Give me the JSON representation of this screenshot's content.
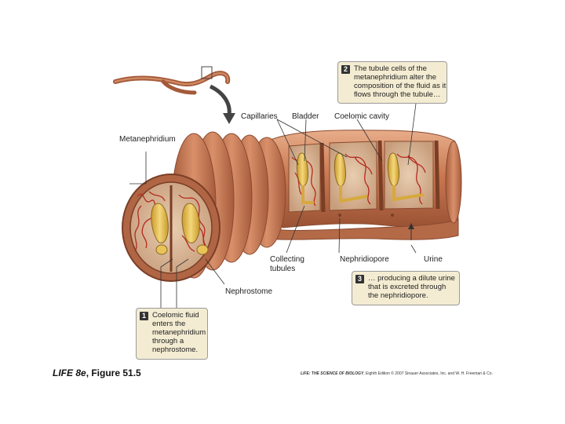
{
  "labels": {
    "capillaries": "Capillaries",
    "bladder": "Bladder",
    "coelomic_cavity": "Coelomic cavity",
    "metanephridium": "Metanephridium",
    "collecting_tubules_line1": "Collecting",
    "collecting_tubules_line2": "tubules",
    "nephridiopore": "Nephridiopore",
    "urine": "Urine",
    "nephrostome": "Nephrostome"
  },
  "callouts": {
    "step1": {
      "number": "1",
      "lines": [
        "Coelomic fluid",
        "enters the",
        "metanephridium",
        "through a",
        "nephrostome."
      ]
    },
    "step2": {
      "number": "2",
      "lines": [
        "The tubule cells of the",
        "metanephridium alter the",
        "composition of the fluid as it",
        "flows through the tubule…"
      ]
    },
    "step3": {
      "number": "3",
      "lines": [
        "… producing a dilute urine",
        "that is excreted through",
        "the nephridiopore."
      ]
    }
  },
  "caption": {
    "prefix": "LIFE 8e",
    "suffix": ", Figure 51.5"
  },
  "credit": {
    "title": "LIFE: THE SCIENCE OF BIOLOGY",
    "rest": ", Eighth Edition  © 2007 Sinauer Associates, Inc. and W. H. Freeman & Co."
  },
  "colors": {
    "worm_body": "#c97a52",
    "worm_dark": "#a0583a",
    "worm_light": "#e2a27e",
    "interior": "#d9b89a",
    "capillary": "#b52a1f",
    "nephridium": "#e9c35a",
    "callout_bg": "#f4ecd2"
  }
}
